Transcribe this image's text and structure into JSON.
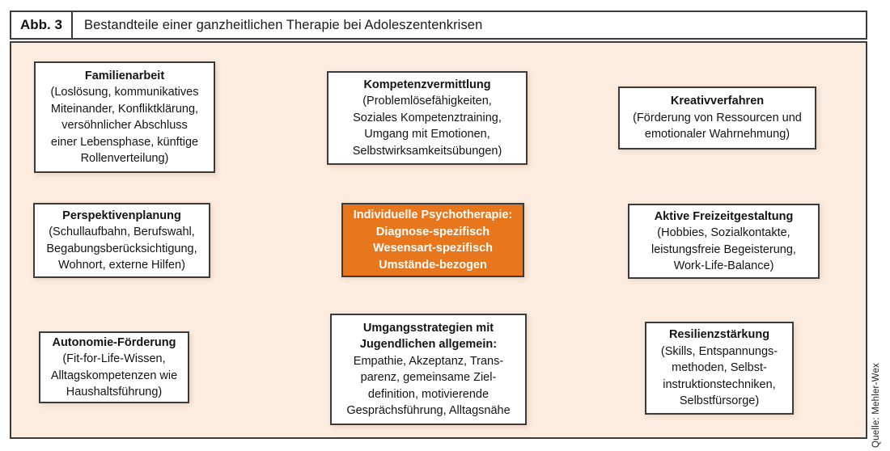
{
  "figure": {
    "label": "Abb. 3",
    "title": "Bestandteile einer ganzheitlichen Therapie bei Adoleszentenkrisen",
    "source": "Quelle: Mehler-Wex"
  },
  "colors": {
    "canvas_background": "#fcecdf",
    "highlight_box": "#e8761c",
    "highlight_text": "#ffffff",
    "box_background": "#ffffff",
    "border": "#3b3b3b"
  },
  "boxes": [
    {
      "title": "Familienarbeit",
      "body": [
        "(Loslösung, kommunikatives",
        "Miteinander, Konfliktklärung,",
        "versöhnlicher Abschluss",
        "einer Lebensphase, künftige",
        "Rollenverteilung)"
      ],
      "highlight": false
    },
    {
      "title": "Kompetenzvermittlung",
      "body": [
        "(Problemlösefähigkeiten,",
        "Soziales Kompetenztraining,",
        "Umgang mit Emotionen,",
        "Selbstwirksamkeitsübungen)"
      ],
      "highlight": false
    },
    {
      "title": "Kreativverfahren",
      "body": [
        "(Förderung von Ressourcen und",
        "emotionaler Wahrnehmung)"
      ],
      "highlight": false
    },
    {
      "title": "Perspektivenplanung",
      "body": [
        "(Schullaufbahn, Berufswahl,",
        "Begabungsberücksichtigung,",
        "Wohnort, externe Hilfen)"
      ],
      "highlight": false
    },
    {
      "title": "Individuelle Psychotherapie:",
      "body": [
        "Diagnose-spezifisch",
        "Wesensart-spezifisch",
        "Umstände-bezogen"
      ],
      "highlight": true
    },
    {
      "title": "Aktive Freizeitgestaltung",
      "body": [
        "(Hobbies, Sozialkontakte,",
        "leistungsfreie Begeisterung,",
        "Work-Life-Balance)"
      ],
      "highlight": false
    },
    {
      "title": "Autonomie-Förderung",
      "body": [
        "(Fit-for-Life-Wissen,",
        "Alltagskompetenzen wie",
        "Haushaltsführung)"
      ],
      "highlight": false
    },
    {
      "title": [
        "Umgangsstrategien mit",
        "Jugendlichen allgemein:"
      ],
      "body": [
        "Empathie, Akzeptanz, Trans-",
        "parenz, gemeinsame Ziel-",
        "definition, motivierende",
        "Gesprächsführung, Alltagsnähe"
      ],
      "highlight": false
    },
    {
      "title": "Resilienzstärkung",
      "body": [
        "(Skills, Entspannungs-",
        "methoden, Selbst-",
        "instruktionstechniken,",
        "Selbstfürsorge)"
      ],
      "highlight": false
    }
  ]
}
